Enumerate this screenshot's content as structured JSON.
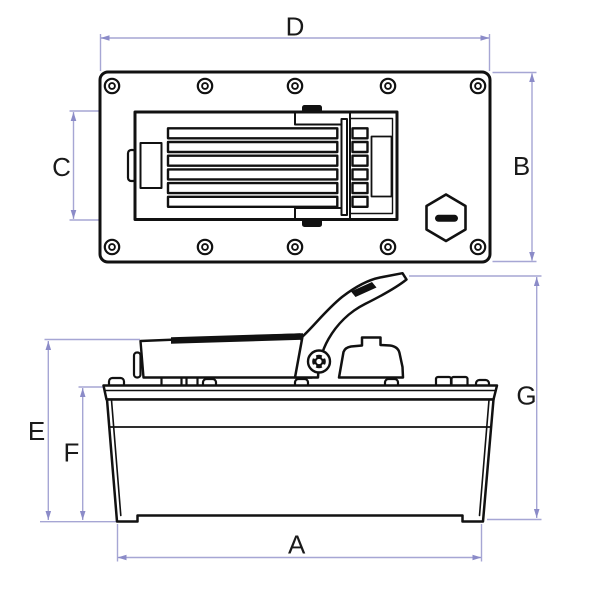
{
  "title": "Air hydraulic foot pump dimension drawing",
  "colors": {
    "dimension": "#a6a6d4",
    "arrow": "#8b8bc8",
    "label": "#1a1a1a",
    "line": "#111111",
    "background": "#ffffff"
  },
  "labels": {
    "A": "A",
    "B": "B",
    "C": "C",
    "D": "D",
    "E": "E",
    "F": "F",
    "G": "G"
  }
}
